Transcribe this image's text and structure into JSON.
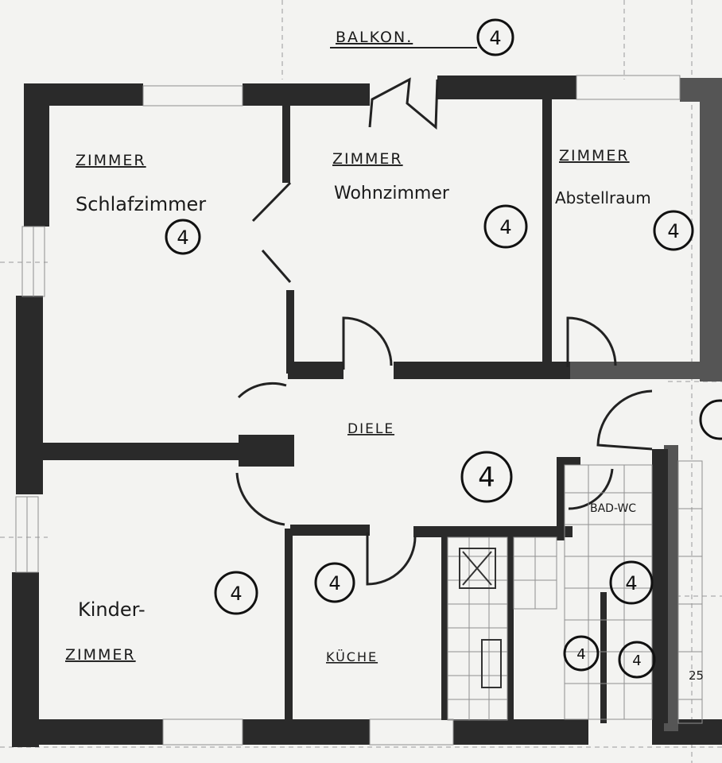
{
  "balcony": {
    "label": "BALKON.",
    "number": "4"
  },
  "rooms": {
    "schlaf": {
      "caption": "ZIMMER",
      "name": "Schlafzimmer",
      "number": "4"
    },
    "wohn": {
      "caption": "ZIMMER",
      "name": "Wohnzimmer",
      "number": "4"
    },
    "abstell": {
      "caption": "ZIMMER",
      "name": "Abstellraum",
      "number": "4"
    },
    "diele": {
      "caption": "DIELE",
      "number": "4"
    },
    "kinder": {
      "name": "Kinder-",
      "caption": "ZIMMER",
      "number": "4"
    },
    "kueche": {
      "caption": "KÜCHE",
      "number": "4"
    },
    "bad": {
      "caption": "BAD-WC",
      "number": "4",
      "sub_numbers": [
        "4",
        "4"
      ]
    }
  },
  "dimension_label": "25"
}
